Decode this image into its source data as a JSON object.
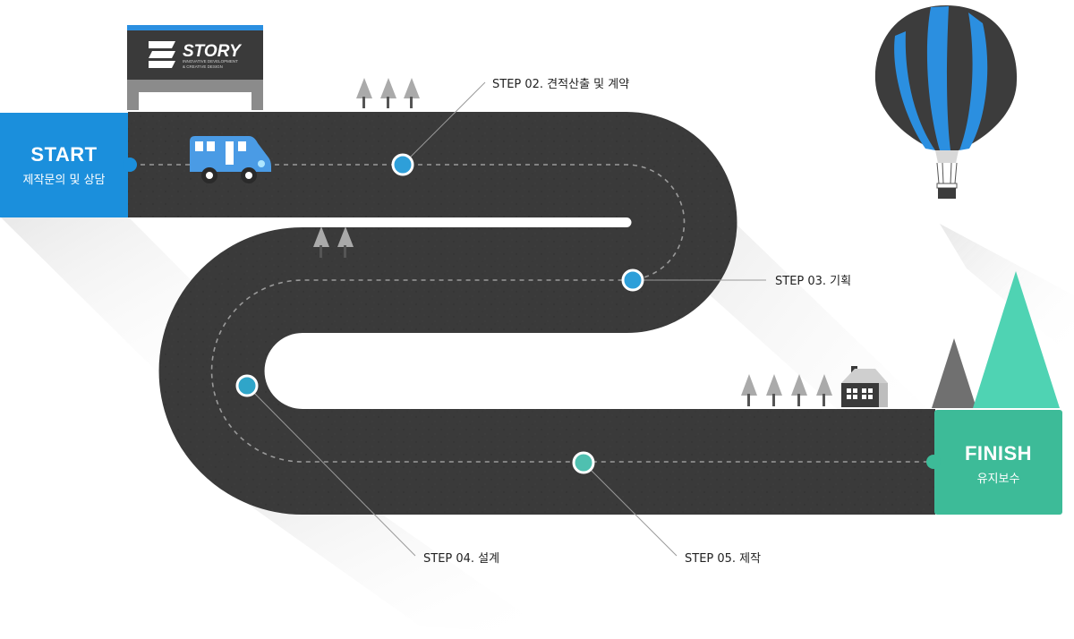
{
  "start": {
    "title": "START",
    "subtitle": "제작문의 및 상담"
  },
  "finish": {
    "title": "FINISH",
    "subtitle": "유지보수"
  },
  "steps": [
    {
      "label": "STEP 02. 견적산출 및 계약"
    },
    {
      "label": "STEP 03. 기획"
    },
    {
      "label": "STEP 04. 설계"
    },
    {
      "label": "STEP 05. 제작"
    }
  ],
  "logo": {
    "name": "STORY",
    "tagline1": "INNOVATIVE DEVELOPMENT",
    "tagline2": "& CREATIVE DESIGN"
  },
  "colors": {
    "start_blue": "#1b8fdc",
    "finish_green": "#3dbb98",
    "road": "#3a3a3a",
    "step_blue": "#2e9fd9",
    "step_teal": "#4fc0b0",
    "balloon_blue": "#2b8fe0",
    "balloon_dark": "#3c3c3c",
    "tree_gray": "#aaaaaa"
  }
}
